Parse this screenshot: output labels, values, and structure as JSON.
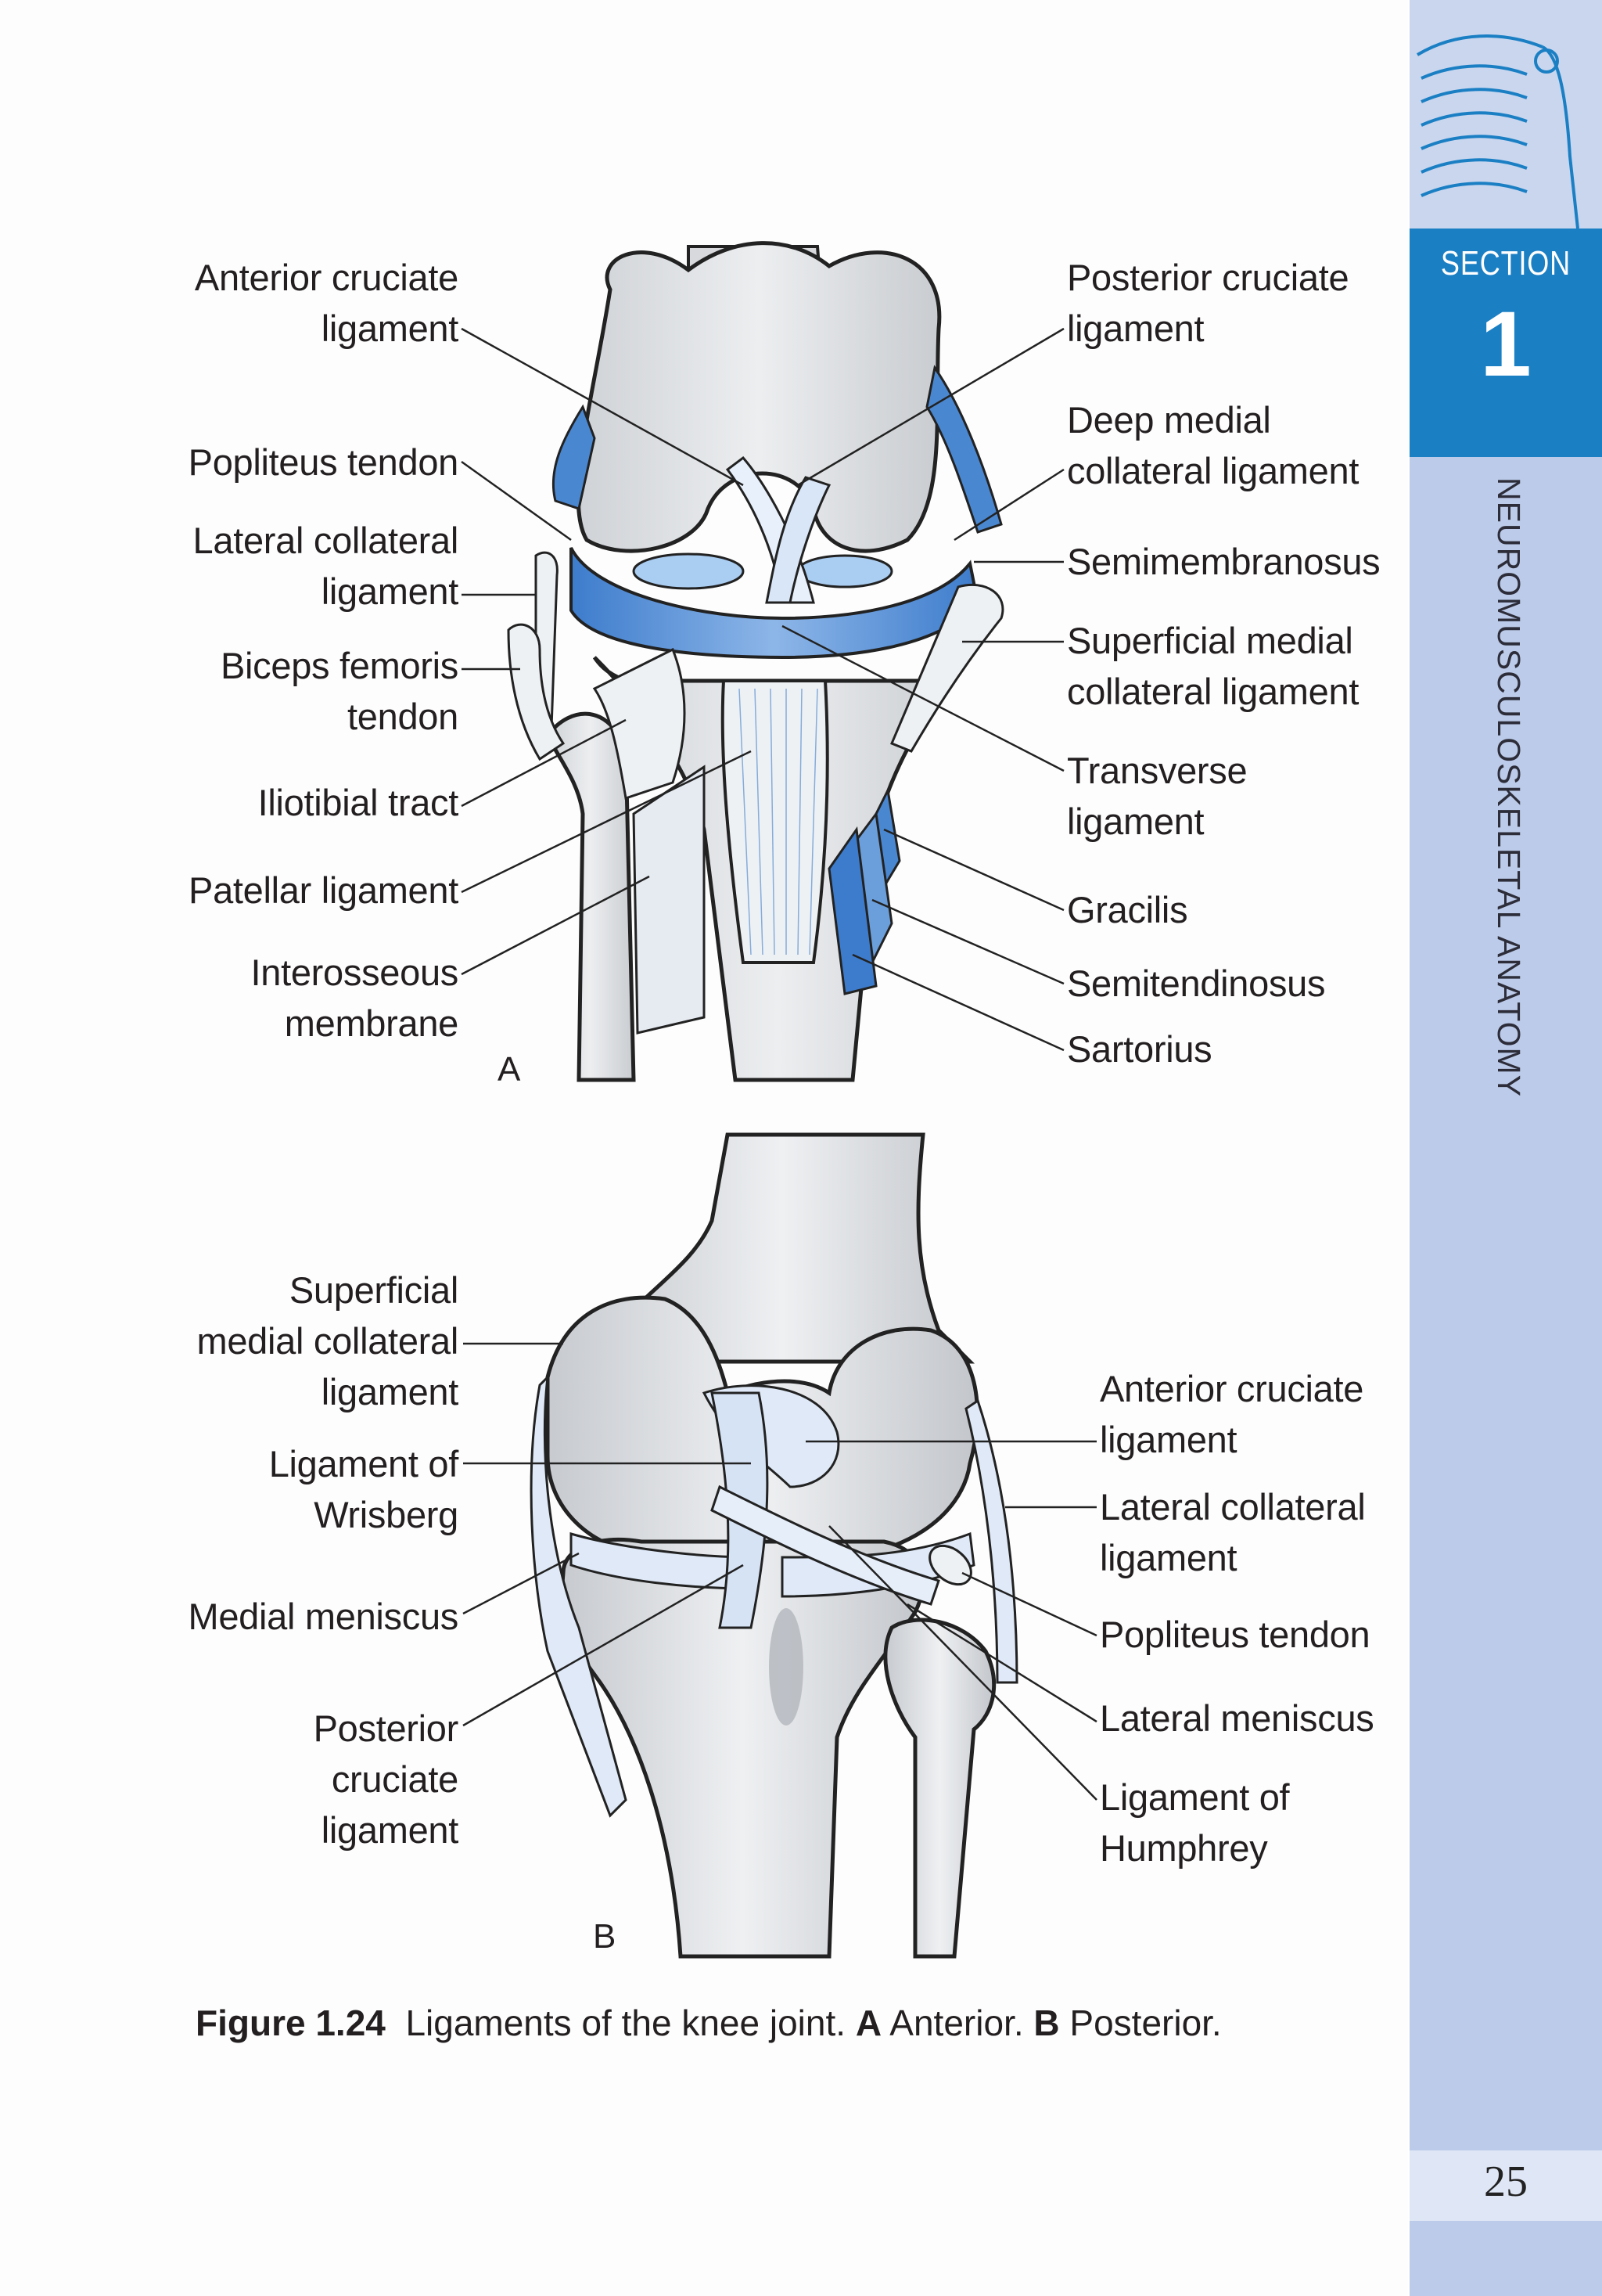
{
  "sidebar": {
    "section_label": "SECTION",
    "section_number": "1",
    "vertical_title": "NEUROMUSCULOSKELETAL ANATOMY",
    "page_number": "25",
    "accent_color": "#1b7fc4",
    "band_color": "#bccbe9"
  },
  "figure_a": {
    "panel_letter": "A",
    "labels_left": [
      "Anterior cruciate\nligament",
      "Popliteus tendon",
      "Lateral collateral\nligament",
      "Biceps femoris\ntendon",
      "Iliotibial tract",
      "Patellar ligament",
      "Interosseous\nmembrane"
    ],
    "labels_right": [
      "Posterior cruciate\nligament",
      "Deep medial\ncollateral ligament",
      "Semimembranosus",
      "Superficial medial\ncollateral ligament",
      "Transverse\nligament",
      "Gracilis",
      "Semitendinosus",
      "Sartorius"
    ]
  },
  "figure_b": {
    "panel_letter": "B",
    "labels_left": [
      "Superficial\nmedial collateral\nligament",
      "Ligament of\nWrisberg",
      "Medial meniscus",
      "Posterior\ncruciate\nligament"
    ],
    "labels_right": [
      "Anterior cruciate\nligament",
      "Lateral collateral\nligament",
      "Popliteus tendon",
      "Lateral meniscus",
      "Ligament of\nHumphrey"
    ]
  },
  "caption": {
    "number": "Figure 1.24",
    "text": "Ligaments of the knee joint.",
    "a_letter": "A",
    "a_text": "Anterior.",
    "b_letter": "B",
    "b_text": "Posterior."
  }
}
